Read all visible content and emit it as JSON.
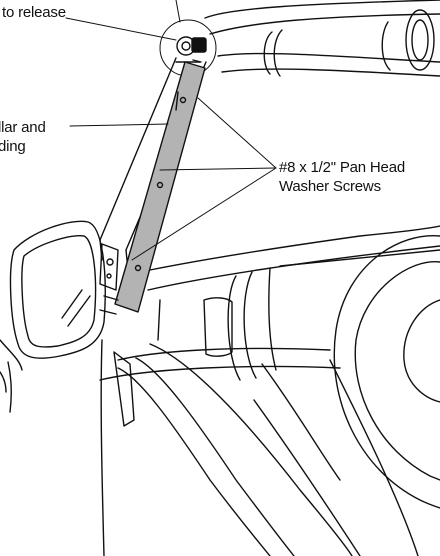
{
  "labels": {
    "release": "to release",
    "pillar_line1": "llar and",
    "pillar_line2": "ding",
    "screws_line1": "#8 x 1/2\" Pan Head",
    "screws_line2": "Washer Screws"
  },
  "colors": {
    "line": "#111111",
    "molding_fill": "#b3b3b3",
    "background": "#ffffff"
  }
}
